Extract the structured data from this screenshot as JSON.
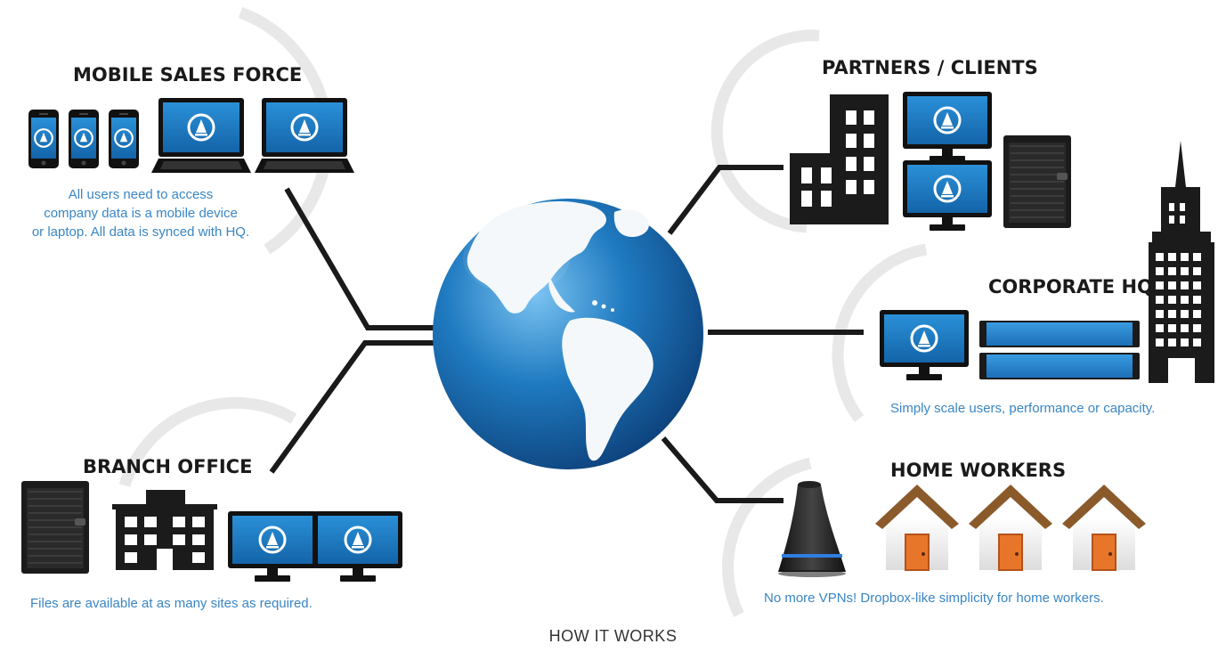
{
  "sections": {
    "mobile": {
      "title": "MOBILE SALES FORCE",
      "desc_lines": [
        "All users need to access",
        "company data is a mobile device",
        "or laptop. All data is synced with HQ."
      ]
    },
    "partners": {
      "title": "PARTNERS / CLIENTS"
    },
    "corporate": {
      "title": "CORPORATE HQ",
      "desc": "Simply scale users, performance or capacity."
    },
    "branch": {
      "title": "BRANCH OFFICE",
      "desc": "Files are available at as many sites as required."
    },
    "home": {
      "title": "HOME WORKERS",
      "desc": "No more VPNs! Dropbox-like simplicity for home workers."
    }
  },
  "footer": "HOW IT WORKS",
  "colors": {
    "accent_text": "#3a86c4",
    "screen_blue": "#1a7bc9",
    "globe_blue": "#1565a8",
    "connector": "#1a1a1a",
    "arc": "#e6e6e6",
    "roof": "#8b5a2b",
    "door": "#e8762a"
  },
  "icons": [
    "smartphone-icon",
    "laptop-icon",
    "monitor-icon",
    "server-icon",
    "office-building-icon",
    "skyscraper-icon",
    "rack-storage-icon",
    "home-device-icon",
    "house-icon",
    "globe-icon"
  ]
}
